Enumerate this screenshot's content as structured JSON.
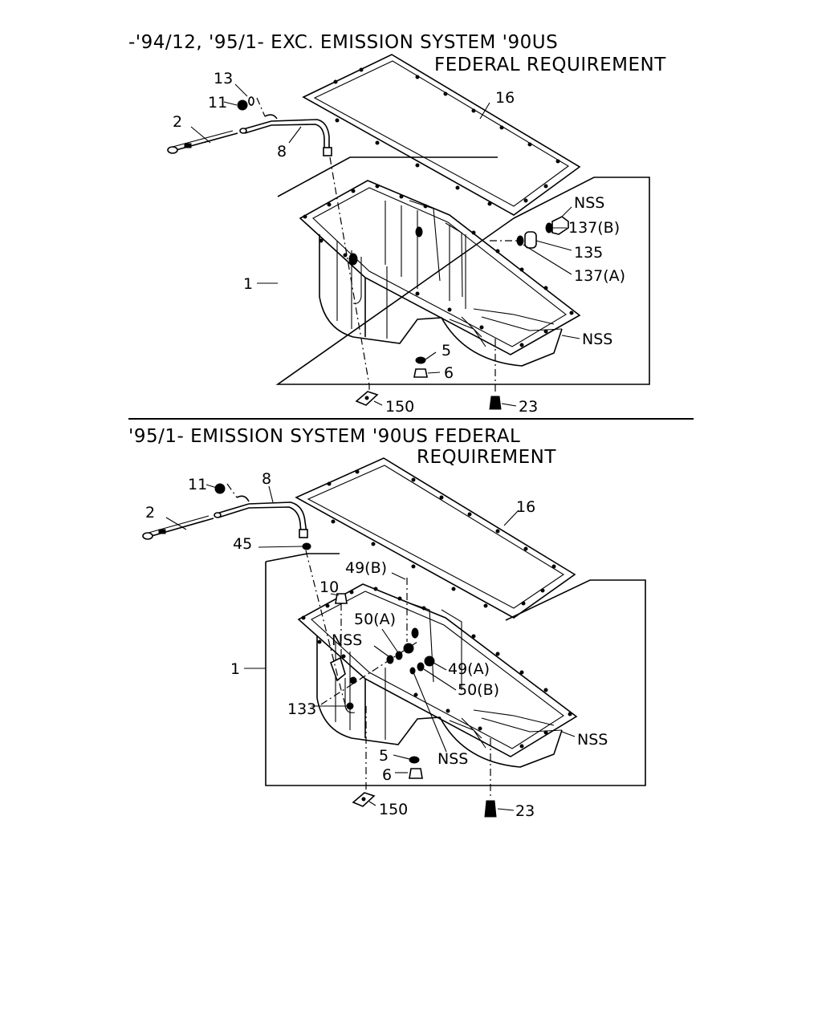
{
  "section_top": {
    "heading_line1": "-'94/12, '95/1-  EXC. EMISSION SYSTEM  '90US",
    "heading_line2": "FEDERAL REQUIREMENT",
    "labels": {
      "p13": "13",
      "p11": "11",
      "p2": "2",
      "p8": "8",
      "p16": "16",
      "p1": "1",
      "nss_plug": "NSS",
      "p137b": "137(B)",
      "p135": "135",
      "p137a": "137(A)",
      "nss_pan": "NSS",
      "p5": "5",
      "p6": "6",
      "p150": "150",
      "p23": "23"
    }
  },
  "section_bottom": {
    "heading_line1": "'95/1- EMISSION SYSTEM '90US FEDERAL",
    "heading_line2": "REQUIREMENT",
    "labels": {
      "p11": "11",
      "p8": "8",
      "p2": "2",
      "p16": "16",
      "p45": "45",
      "p49b": "49(B)",
      "p10": "10",
      "p50a": "50(A)",
      "nss_left": "NSS",
      "p1": "1",
      "p49a": "49(A)",
      "p50b": "50(B)",
      "p133": "133",
      "nss_pan": "NSS",
      "p5": "5",
      "nss_mid": "NSS",
      "p6": "6",
      "p150": "150",
      "p23": "23"
    }
  }
}
